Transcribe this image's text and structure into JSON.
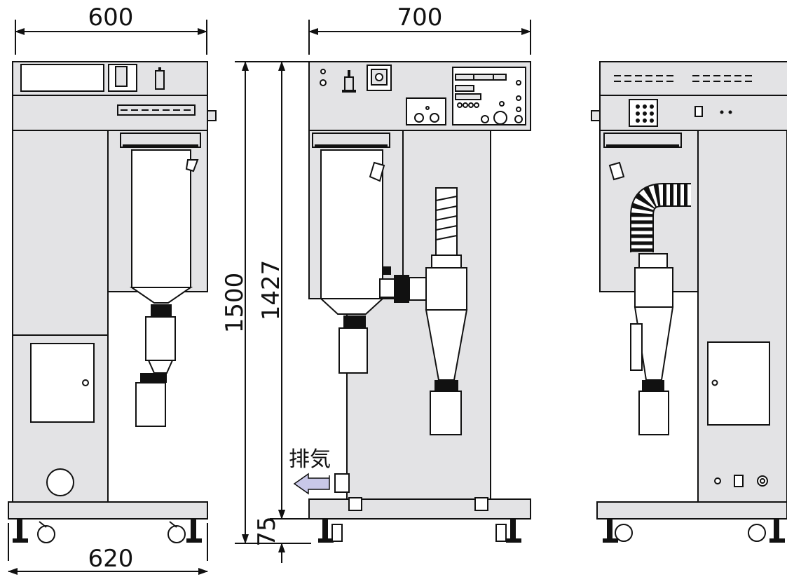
{
  "dimensions": {
    "left_top_width": "600",
    "left_bottom_width": "620",
    "center_width": "700",
    "total_height": "1500",
    "body_height": "1427",
    "base_height": "75"
  },
  "labels": {
    "exhaust": "排気"
  },
  "colors": {
    "machine_body": "#e3e3e5",
    "exhaust_arrow": "#c9c8e8",
    "line": "#111111"
  }
}
